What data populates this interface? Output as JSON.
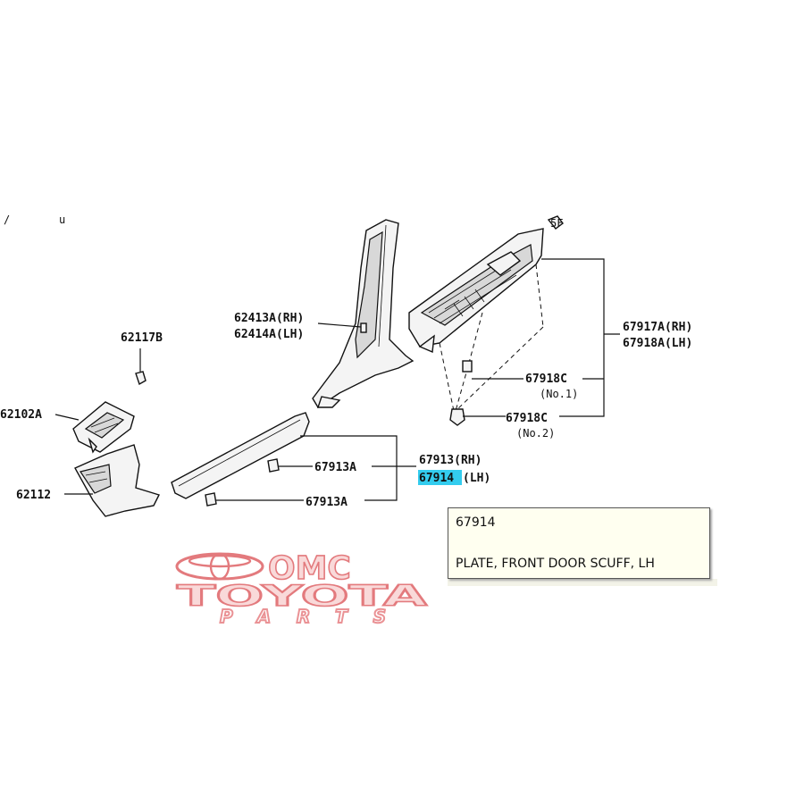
{
  "diagram": {
    "corner_marks": [
      "/",
      "u"
    ],
    "callouts": {
      "c62117B": "62117B",
      "c62102A": "62102A",
      "c62112": "62112",
      "c62413A": "62413A(RH)",
      "c62414A": "62414A(LH)",
      "c67917A": "67917A(RH)",
      "c67918A": "67918A(LH)",
      "c67918C": "67918C",
      "c67918C_note": "(No.1)",
      "c67918C_2": "67918C",
      "c67918C_2_note": "(No.2)",
      "c67913A_1": "67913A",
      "c67913A_2": "67913A",
      "c67913": "67913(RH)",
      "c67914_code": "67914",
      "c67914_side": "(LH)"
    },
    "highlight_color": "#33ccee"
  },
  "tooltip": {
    "code": "67914",
    "description": "PLATE, FRONT DOOR SCUFF, LH"
  },
  "watermark": {
    "line1": "OMC",
    "line2": "TOYOTA",
    "line3": "PARTS",
    "color": "#e06c70"
  }
}
